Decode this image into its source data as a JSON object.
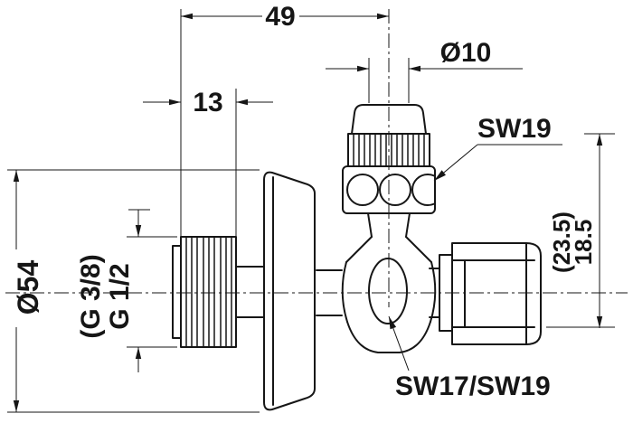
{
  "drawing": {
    "dimensions": {
      "width": "49",
      "thread_length": "13",
      "pipe_diameter": "Ø10",
      "flange_diameter": "Ø54",
      "depth_main": "18.5",
      "depth_alt": "(23.5)",
      "thread_size_alt": "(G 3/8)",
      "thread_size_main": "G 1/2"
    },
    "labels": {
      "bonnet_wrench": "SW19",
      "body_wrench": "SW17/SW19"
    },
    "colors": {
      "line": "#161616",
      "background": "#ffffff"
    }
  }
}
